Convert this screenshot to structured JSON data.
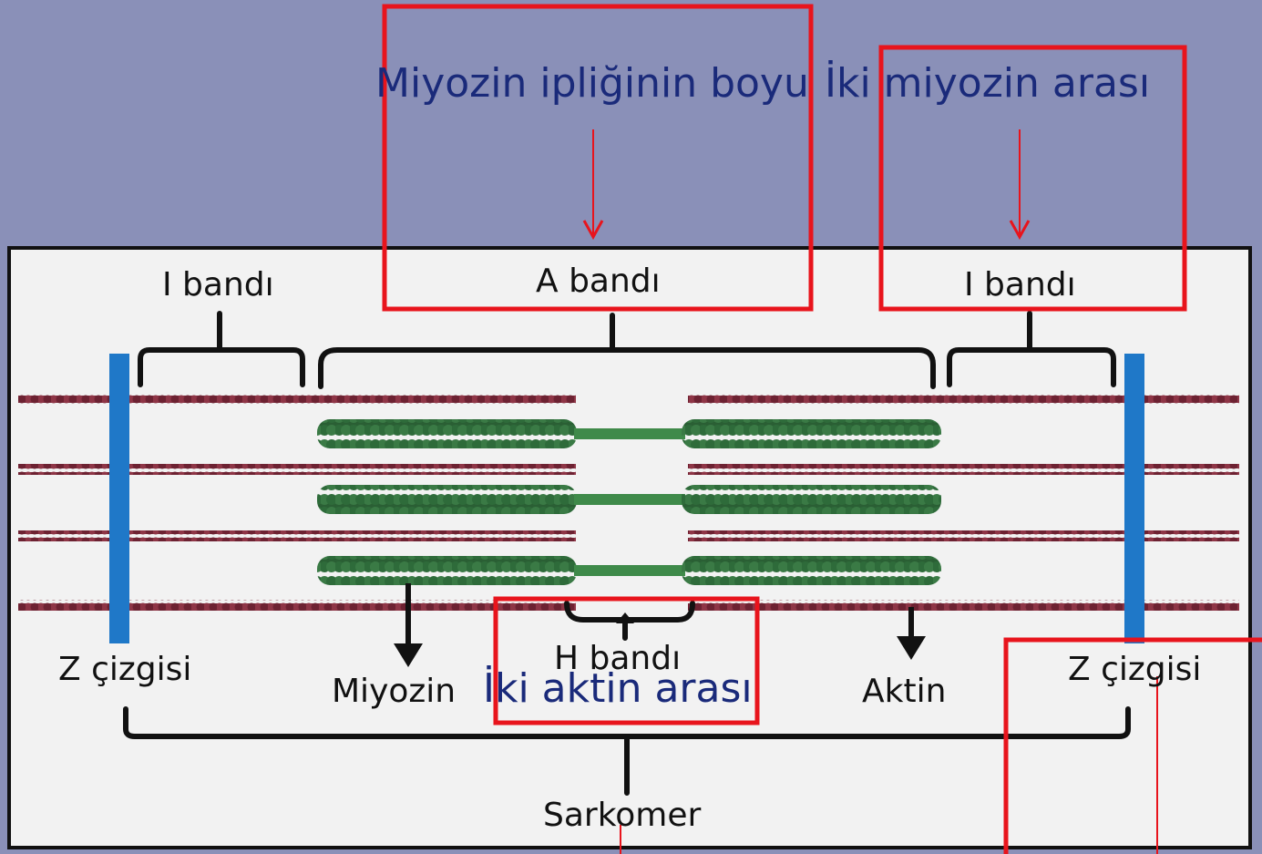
{
  "annotations": {
    "myosin_length": "Miyozin ipliğinin boyu",
    "between_myosins": "İki miyozin arası",
    "between_actins": "İki aktin arası"
  },
  "labels": {
    "i_band_left": "I bandı",
    "a_band": "A bandı",
    "i_band_right": "I bandı",
    "h_band": "H bandı",
    "z_line_left": "Z çizgisi",
    "z_line_right": "Z çizgisi",
    "myosin": "Miyozin",
    "actin": "Aktin",
    "sarcomere": "Sarkomer"
  },
  "colors": {
    "slide_background": "#8a90b8",
    "diagram_background": "#f2f2f2",
    "actin_filament": "#7a2a3a",
    "myosin_filament": "#2e6b3a",
    "z_line": "#1f78c8",
    "highlight_box": "#e8141c",
    "annotation_text": "#1a2a7a"
  }
}
